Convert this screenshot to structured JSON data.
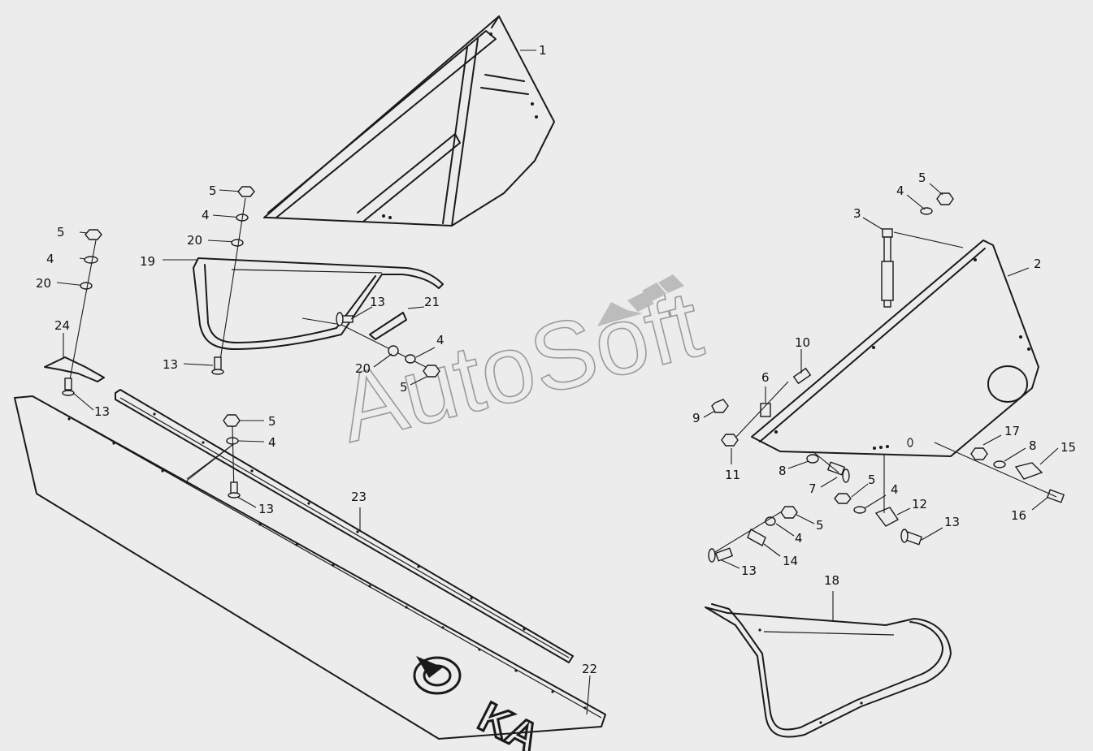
{
  "watermark": "AutoSoft",
  "panel_lettering": "KA",
  "callouts": {
    "top_frame": "1",
    "right_guard": "2",
    "r_3": "3",
    "r_4a": "4",
    "r_5a": "5",
    "r_10": "10",
    "r_6": "6",
    "r_9": "9",
    "r_11": "11",
    "r_8a": "8",
    "r_7": "7",
    "r_5b": "5",
    "r_4b": "4",
    "r_12": "12",
    "r_13a": "13",
    "r_5c": "5",
    "r_4c": "4",
    "r_14": "14",
    "r_13b": "13",
    "r_17": "17",
    "r_8b": "8",
    "r_15": "15",
    "r_16": "16",
    "r_18": "18",
    "m_5a": "5",
    "m_4a": "4",
    "m_20a": "20",
    "m_19": "19",
    "m_13a": "13",
    "m_13b": "13",
    "m_21": "21",
    "m_4b": "4",
    "m_20b": "20",
    "m_5b": "5",
    "l_5": "5",
    "l_4": "4",
    "l_20": "20",
    "l_24": "24",
    "l_13": "13",
    "c_5": "5",
    "c_4": "4",
    "c_13": "13",
    "c_23": "23",
    "c_22": "22"
  }
}
